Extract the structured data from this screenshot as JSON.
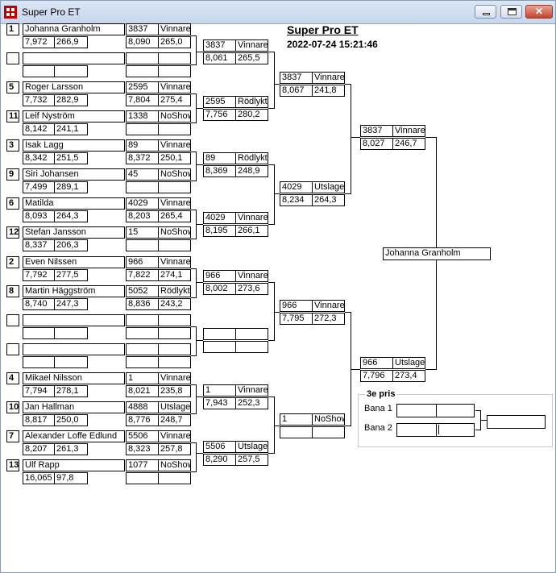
{
  "window": {
    "title": "Super Pro ET"
  },
  "heading": {
    "title": "Super Pro ET",
    "datetime": "2022-07-24 15:21:46"
  },
  "r1": [
    {
      "seed": "1",
      "name": "Johanna Granholm",
      "time": "7,972",
      "speed": "266,9",
      "lane": "3837",
      "status": "Vinnare",
      "t2": "8,090",
      "s2": "265,0"
    },
    {
      "seed": "",
      "name": "",
      "time": "",
      "speed": "",
      "lane": "",
      "status": "",
      "t2": "",
      "s2": ""
    },
    {
      "seed": "5",
      "name": "Roger Larsson",
      "time": "7,732",
      "speed": "282,9",
      "lane": "2595",
      "status": "Vinnare",
      "t2": "7,804",
      "s2": "275,4"
    },
    {
      "seed": "11",
      "name": "Leif Nyström",
      "time": "8,142",
      "speed": "241,1",
      "lane": "1338",
      "status": "NoShow",
      "t2": "",
      "s2": ""
    },
    {
      "seed": "3",
      "name": "Isak Lagg",
      "time": "8,342",
      "speed": "251,5",
      "lane": "89",
      "status": "Vinnare",
      "t2": "8,372",
      "s2": "250,1"
    },
    {
      "seed": "9",
      "name": "Siri Johansen",
      "time": "7,499",
      "speed": "289,1",
      "lane": "45",
      "status": "NoShow",
      "t2": "",
      "s2": ""
    },
    {
      "seed": "6",
      "name": "Matilda",
      "time": "8,093",
      "speed": "264,3",
      "lane": "4029",
      "status": "Vinnare",
      "t2": "8,203",
      "s2": "265,4"
    },
    {
      "seed": "12",
      "name": "Stefan Jansson",
      "time": "8,337",
      "speed": "206,3",
      "lane": "15",
      "status": "NoShow",
      "t2": "",
      "s2": ""
    },
    {
      "seed": "2",
      "name": "Even Nilssen",
      "time": "7,792",
      "speed": "277,5",
      "lane": "966",
      "status": "Vinnare",
      "t2": "7,822",
      "s2": "274,1"
    },
    {
      "seed": "8",
      "name": "Martin Häggström",
      "time": "8,740",
      "speed": "247,3",
      "lane": "5052",
      "status": "Rödlyktan",
      "t2": "8,836",
      "s2": "243,2"
    },
    {
      "seed": "",
      "name": "",
      "time": "",
      "speed": "",
      "lane": "",
      "status": "",
      "t2": "",
      "s2": ""
    },
    {
      "seed": "",
      "name": "",
      "time": "",
      "speed": "",
      "lane": "",
      "status": "",
      "t2": "",
      "s2": ""
    },
    {
      "seed": "4",
      "name": "Mikael Nilsson",
      "time": "7,794",
      "speed": "278,1",
      "lane": "1",
      "status": "Vinnare",
      "t2": "8,021",
      "s2": "235,8"
    },
    {
      "seed": "10",
      "name": "Jan Hallman",
      "time": "8,817",
      "speed": "250,0",
      "lane": "4888",
      "status": "Utslagen",
      "t2": "8,776",
      "s2": "248,7"
    },
    {
      "seed": "7",
      "name": "Alexander Loffe Edlund",
      "time": "8,207",
      "speed": "261,3",
      "lane": "5506",
      "status": "Vinnare",
      "t2": "8,323",
      "s2": "257,8"
    },
    {
      "seed": "13",
      "name": "Ulf Rapp",
      "time": "16,065",
      "speed": "97,8",
      "lane": "1077",
      "status": "NoShow",
      "t2": "",
      "s2": ""
    }
  ],
  "r2": [
    {
      "lane": "3837",
      "status": "Vinnare",
      "time": "8,061",
      "speed": "265,5"
    },
    {
      "lane": "2595",
      "status": "Rödlyktan",
      "time": "7,756",
      "speed": "280,2"
    },
    {
      "lane": "89",
      "status": "Rödlyktan",
      "time": "8,369",
      "speed": "248,9"
    },
    {
      "lane": "4029",
      "status": "Vinnare",
      "time": "8,195",
      "speed": "266,1"
    },
    {
      "lane": "966",
      "status": "Vinnare",
      "time": "8,002",
      "speed": "273,6"
    },
    {
      "lane": "",
      "status": "",
      "time": "",
      "speed": ""
    },
    {
      "lane": "1",
      "status": "Vinnare",
      "time": "7,943",
      "speed": "252,3"
    },
    {
      "lane": "5506",
      "status": "Utslagen",
      "time": "8,290",
      "speed": "257,5"
    }
  ],
  "r3": [
    {
      "lane": "3837",
      "status": "Vinnare",
      "time": "8,067",
      "speed": "241,8"
    },
    {
      "lane": "4029",
      "status": "Utslagen",
      "time": "8,234",
      "speed": "264,3"
    },
    {
      "lane": "966",
      "status": "Vinnare",
      "time": "7,795",
      "speed": "272,3"
    },
    {
      "lane": "1",
      "status": "NoShow",
      "time": "",
      "speed": ""
    }
  ],
  "r4": [
    {
      "lane": "3837",
      "status": "Vinnare",
      "time": "8,027",
      "speed": "246,7"
    },
    {
      "lane": "966",
      "status": "Utslagen",
      "time": "7,796",
      "speed": "273,4"
    }
  ],
  "winner": "Johanna Granholm",
  "third": {
    "legend": "3e pris",
    "bana1": "Bana 1",
    "bana2": "Bana 2"
  }
}
